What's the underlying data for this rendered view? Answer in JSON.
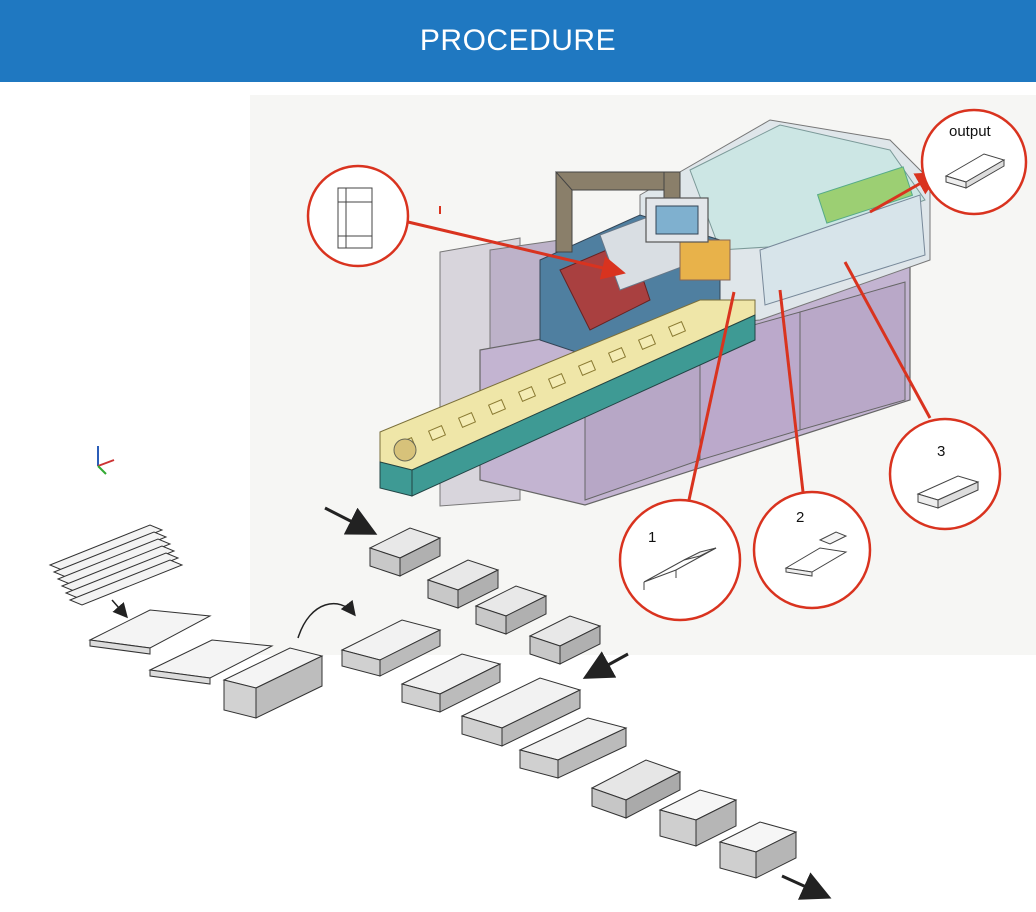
{
  "header": {
    "title": "PROCEDURE",
    "background": "#1f78c1"
  },
  "callouts": {
    "output": "output",
    "step1": "1",
    "step2": "2",
    "step3": "3"
  },
  "colors": {
    "callout_ring": "#d9331f",
    "machine_panel": "#c9bdd6",
    "conveyor": "#3e9a94"
  }
}
